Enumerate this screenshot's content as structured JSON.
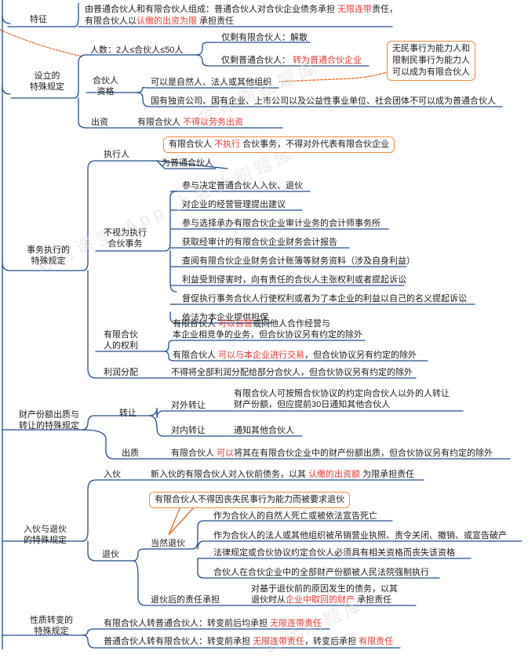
{
  "watermarks": [
    "对啊课堂 App 上会计刷题库",
    "会计刷题题库",
    "会计刷题库"
  ],
  "sections": {
    "tezheng": "特征",
    "sheli": [
      "设立的",
      "特殊规定"
    ],
    "shiwu": [
      "事务执行的",
      "特殊规定"
    ],
    "caichan": [
      "财产份额出质与",
      "转让的特殊规定"
    ],
    "ruhuo": [
      "入伙与退伙",
      "的特殊规定"
    ],
    "xingzhi": [
      "性质转变的",
      "特殊规定"
    ]
  },
  "tezheng_text": {
    "line1a": "由普通合伙人和有限合伙人组成：普通合伙人对合伙企业债务承担",
    "line1b": "无限连带",
    "line1c": "责任，",
    "line2a": "有限合伙人以",
    "line2b": "认缴的出资为限",
    "line2c": "承担责任"
  },
  "sheli_items": {
    "renshu": "人数：2人≤合伙人≤50人",
    "renshu_a": "仅剩有限合伙人：解散",
    "renshu_b1": "仅剩普通合伙人：",
    "renshu_b2": "转为普通合伙企业",
    "zige": [
      "合伙人",
      "资格"
    ],
    "zige_a": "可以是自然人、法人或其他组织",
    "zige_b": "国有独资公司、国有企业、上市公司以及公益性事业单位、社会团体不可以成为普通合伙人",
    "callout": [
      "无民事行为能力人和",
      "限制民事行为能力人",
      "可以成为有限合伙人"
    ],
    "chuzi": "出资",
    "chuzi_a1": "有限合伙人",
    "chuzi_a2": "不得以劳务出资"
  },
  "shiwu_items": {
    "zhixing": "执行人",
    "zhixing_a": "为普通合伙人",
    "zhixing_callout1": "有限合伙人",
    "zhixing_callout2": "不执行",
    "zhixing_callout3": "合伙事务，不得对外代表有限合伙企业",
    "bushi": [
      "不视为执行",
      "合伙事务"
    ],
    "bushi_list": [
      "参与决定普通合伙人入伙、退伙",
      "对企业的经营管理提出建议",
      "参与选择承办有限合伙企业审计业务的会计师事务所",
      "获取经审计的有限合伙企业财务会计报告",
      "查阅有限合伙企业财务会计账簿等财务资料（涉及自身利益）",
      "利益受到侵害时，向有责任的合伙人主张权利或者提起诉讼",
      "督促执行事务合伙人行使权利或者为了本企业的利益以自己的名义提起诉讼",
      "依法为本企业提供担保"
    ],
    "quanli": [
      "有限合伙",
      "人的权利"
    ],
    "quanli_a1": "有限合伙人",
    "quanli_a2": "可以自营",
    "quanli_a3": "或同他人合作经营与",
    "quanli_a4": "本企业相竞争的业务，但合伙协议另有约定的除外",
    "quanli_b1": "有限合伙人",
    "quanli_b2": "可以与本企业进行交易",
    "quanli_b3": "，但合伙协议另有约定的除外",
    "lirun": "利润分配",
    "lirun_a": "不得将全部利润分配给部分合伙人，但合伙协议另有约定的除外"
  },
  "caichan_items": {
    "zhuanrang": "转让",
    "duiwai": "对外转让",
    "duiwai_a": "有限合伙人可按照合伙协议的约定向合伙人以外的人转让",
    "duiwai_b": "财产份额，但应提前30日通知其他合伙人",
    "duinei": "对内转让",
    "duinei_a": "通知其他合伙人",
    "chuzhi": "出质",
    "chuzhi_a1": "有限合伙人",
    "chuzhi_a2": "可以",
    "chuzhi_a3": "将其在有限合伙企业中的财产份额出质，但合伙协议另有约定的除外"
  },
  "ruhuo_items": {
    "ruhuo": "入伙",
    "ruhuo_a1": "新入伙的有限合伙人对入伙前债务，以其",
    "ruhuo_a2": "认缴的出资额",
    "ruhuo_a3": "为限承担责任",
    "tuihuo": "退伙",
    "callout": "有限合伙人不得因丧失民事行为能力而被要求退伙",
    "dangran": "当然退伙",
    "dangran_list": [
      "作为合伙人的自然人死亡或被依法宣告死亡",
      "作为合伙人的法人或其他组织被吊销营业执照、责令关闭、撤销、或宣告破产",
      "法律规定或合伙协议约定合伙人必须具有相关资格而丧失该资格",
      "合伙人在合伙企业中的全部财产份额被人民法院强制执行"
    ],
    "zeren": "退伙后的责任承担",
    "zeren_a": "对基于退伙前的原因发生的债务，以其",
    "zeren_b1": "退伙时从",
    "zeren_b2": "企业中取回的财产",
    "zeren_b3": "承担责任"
  },
  "xingzhi_items": {
    "a1": "有限合伙人转普通合伙人：转变前后均承担",
    "a2": "无限连带责任",
    "b1": "普通合伙人转有限合伙人：转变前承担",
    "b2": "无限连带责任",
    "b3": "，转变后承担",
    "b4": "有限责任"
  }
}
